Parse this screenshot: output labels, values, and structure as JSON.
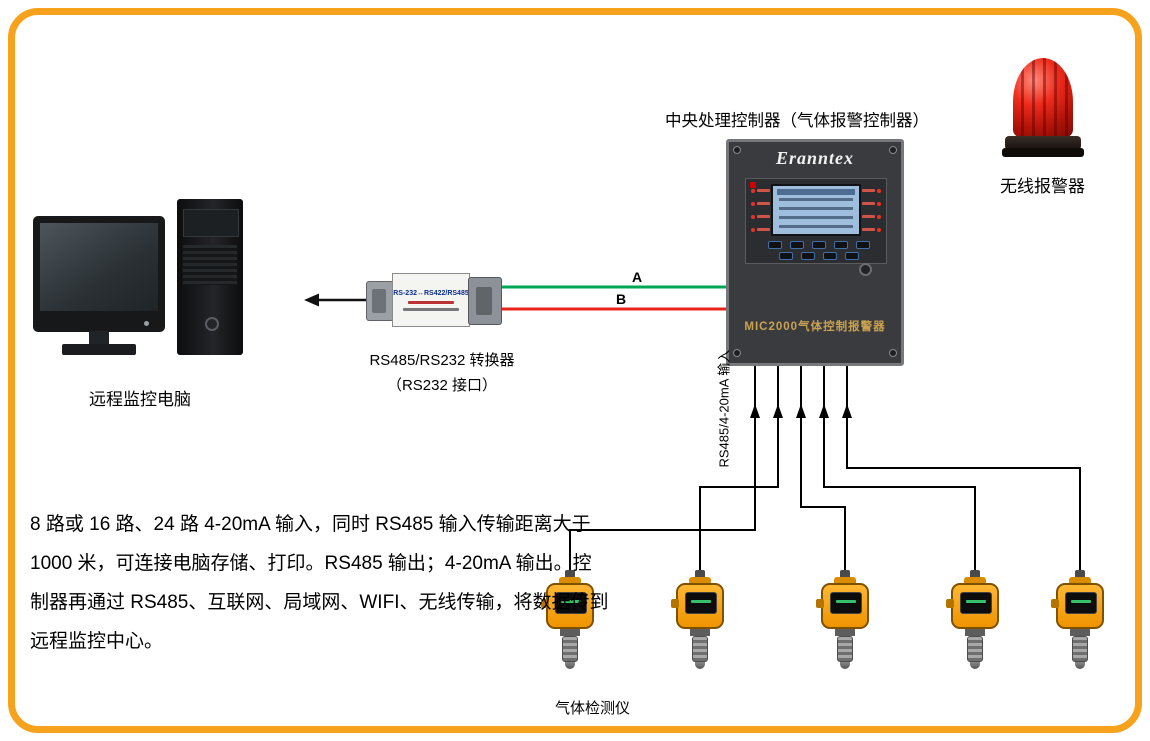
{
  "frame": {
    "border_color": "#f6a21c"
  },
  "controller": {
    "title": "中央处理控制器（气体报警控制器）",
    "brand": "Eranntex",
    "model": "MIC2000气体控制报警器"
  },
  "alarm": {
    "label": "无线报警器"
  },
  "computer": {
    "label": "远程监控电脑"
  },
  "converter": {
    "label_line1": "RS485/RS232 转换器",
    "label_line2": "（RS232 接口）",
    "device_line1": "RS-232↔RS422/RS485"
  },
  "wires": {
    "a_label": "A",
    "b_label": "B",
    "bus_label": "RS485/4-20mA 输入",
    "a_color": "#00a651",
    "b_color": "#e8231a"
  },
  "detectors": {
    "label": "气体检测仪",
    "count": 5
  },
  "description": {
    "lines": [
      "8 路或 16 路、24 路 4-20mA 输入，同时 RS485 输入传输距离大于",
      "1000 米，可连接电脑存储、打印。RS485 输出；4-20mA 输出。控",
      "制器再通过 RS485、互联网、局域网、WIFI、无线传输，将数据传到",
      "远程监控中心。"
    ]
  }
}
